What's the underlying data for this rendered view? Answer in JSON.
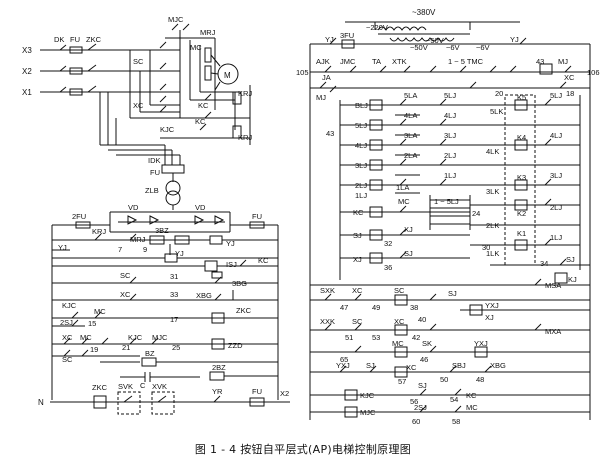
{
  "caption": "图 1 - 4   按钮自平层式(AP)电梯控制原理图",
  "labels": {
    "l1": "X3",
    "l2": "X2",
    "l3": "X1",
    "dk": "DK",
    "fu_top": "FU",
    "zkc_top": "ZKC",
    "mjc": "MJC",
    "mrj": "MRJ",
    "mc": "MC",
    "sc_main": "SC",
    "xc_main": "XC",
    "kc_m1": "KC",
    "kc_m2": "KC",
    "krj": "KRJ",
    "kjc_m": "KJC",
    "kr2": "KRJ",
    "motor": "M",
    "idk": "IDK",
    "fu_tr": "FU",
    "zlb": "ZLB",
    "vd1": "VD",
    "vd2": "VD",
    "fu2": "2FU",
    "fu_l": "FU",
    "krj_l": "KRJ",
    "mrj_l": "MRJ",
    "bz3": "3BZ",
    "yj_l": "YJ",
    "yj_l2": "YJ",
    "yj_l3": "YJ",
    "n7": "7",
    "n9": "9",
    "isj": "ISJ",
    "kc_l": "KC",
    "sc_l": "SC",
    "n31": "31",
    "bg3": "3BG",
    "xc_l": "XC",
    "xbg": "XBG",
    "n33": "33",
    "zkc_l": "ZKC",
    "kjc_l": "KJC",
    "sj2": "2SJ",
    "mc_l": "MC",
    "n15": "15",
    "n17": "17",
    "xc_l2": "XC",
    "sc_l2": "SC",
    "mc_l2": "MC",
    "n19": "19",
    "kjc_l2": "KJC",
    "mjc_l": "MJC",
    "n21": "21",
    "n25": "25",
    "bz": "BZ",
    "zzd": "ZZD",
    "c": "C",
    "bz2": "2BZ",
    "n_l": "N",
    "zkc_b": "ZKC",
    "svk": "SVK",
    "xvk": "XVK",
    "yr": "YR",
    "fu_b": "FU",
    "x2_b": "X2",
    "v380": "~380V",
    "v220": "~220V",
    "v50a": "~50V",
    "v6a": "~6V",
    "v50b": "~50V",
    "v6b": "~6V",
    "fu3": "3FU",
    "yj_r": "YJ",
    "yj_r2": "YJ",
    "n105": "105",
    "n106": "106",
    "ajk": "AJK",
    "jmc": "JMC",
    "ta": "TA",
    "xtk": "XTK",
    "tmc": "1 ~ 5 TMC",
    "n43": "43",
    "mj": "MJ",
    "xc_r": "XC",
    "ja": "JA",
    "mj2": "MJ",
    "n20": "20",
    "n18": "18",
    "blj": "BLJ",
    "lj5": "5LJ",
    "lj4": "4LJ",
    "lj3": "3LJ",
    "lj2": "2LJ",
    "lj1": "1LJ",
    "la5": "5LA",
    "la4": "4LA",
    "la3": "3LA",
    "la2": "2LA",
    "la1": "1LA",
    "lj5b": "5LJ",
    "lj4b": "4LJ",
    "lj3b": "3LJ",
    "lj2b": "2LJ",
    "lj1b": "1LJ",
    "n43l": "43",
    "k5": "K5",
    "k4": "K4",
    "k3": "K3",
    "k2": "K2",
    "k1": "K1",
    "lk5": "5LK",
    "lk4": "4LK",
    "lk3": "3LK",
    "lk2": "2LK",
    "lk1": "1LK",
    "lj5c": "5LJ",
    "lj4c": "4LJ",
    "lj3c": "3LJ",
    "lj2c": "2LJ",
    "lj1c": "1LJ",
    "kc_r": "KC",
    "mc_r": "MC",
    "sj_r": "SJ",
    "xj_r": "XJ",
    "n32": "32",
    "n36": "36",
    "sj_r2": "SJ",
    "xj_r2": "XJ",
    "lj15": "1 ~ 5LJ",
    "n24": "24",
    "n30": "30",
    "n34": "34",
    "sj_r3": "SJ",
    "kj": "KJ",
    "sxk": "SXK",
    "xc_r2": "XC",
    "sc_r": "SC",
    "n47": "47",
    "n49": "49",
    "n38": "38",
    "msa": "MSA",
    "sj_r4": "SJ",
    "yxj": "YXJ",
    "xj_r3": "XJ",
    "n40": "40",
    "xxk": "XXK",
    "sc_r2": "SC",
    "xc_r3": "XC",
    "n51": "51",
    "n53": "53",
    "n42": "42",
    "mxa": "MXA",
    "n65": "65",
    "mc_r2": "MC",
    "sk": "SK",
    "n46": "46",
    "yxj2": "YXJ",
    "yxj3": "YXJ",
    "sj_r5": "SJ",
    "xc_r4": "XC",
    "n57": "57",
    "n50": "50",
    "sbj": "SBJ",
    "xbg_r": "XBG",
    "n48": "48",
    "kjc_r": "KJC",
    "sj_r6": "SJ",
    "n56": "56",
    "n54": "54",
    "kc_r2": "KC",
    "mjc_r": "MJC",
    "sj_r7": "2SJ",
    "mc_r3": "MC",
    "n60": "60",
    "n58": "58"
  }
}
